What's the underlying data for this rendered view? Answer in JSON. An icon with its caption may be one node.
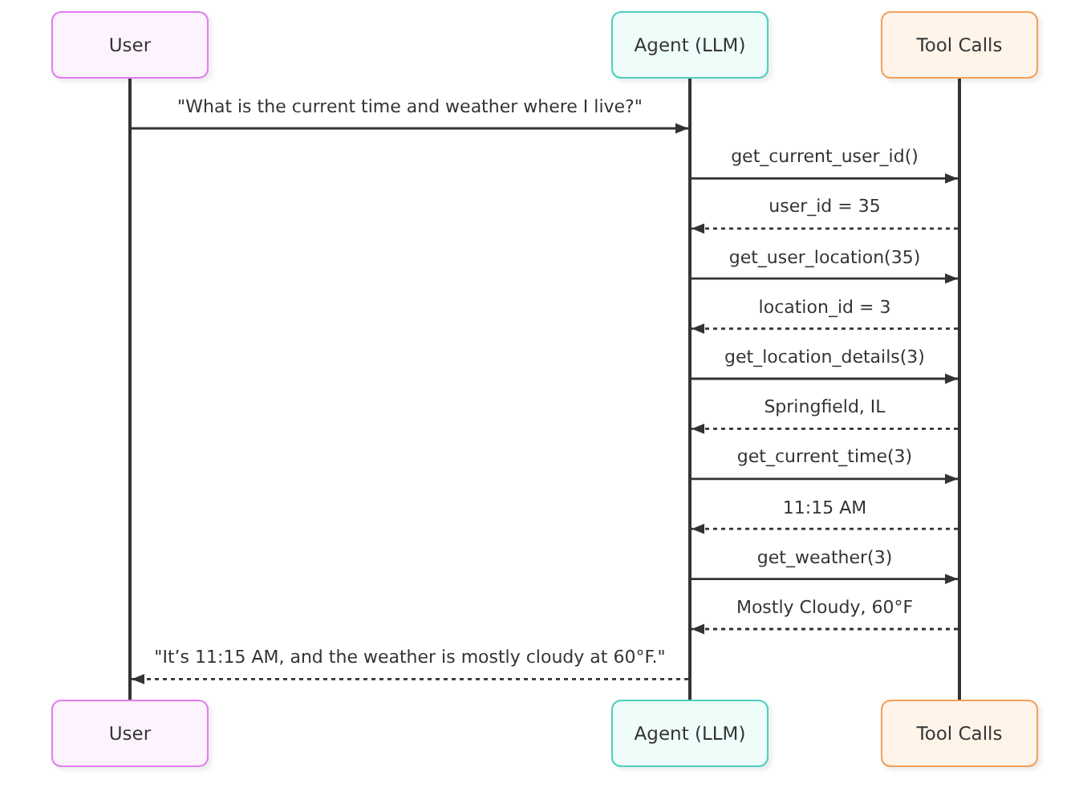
{
  "diagram": {
    "nodes": [
      {
        "text": [
          "User"
        ]
      },
      {
        "text": [
          "Agent (LLM)"
        ]
      },
      {
        "text": [
          "Tool Calls"
        ]
      },
      {
        "text": [
          "User"
        ]
      },
      {
        "text": [
          "Agent (LLM)"
        ]
      },
      {
        "text": [
          "Tool Calls"
        ]
      },
      {
        "text": [],
        "shape": "bar"
      },
      {
        "text": [],
        "shape": "bar"
      },
      {
        "text": [],
        "shape": "bar"
      }
    ],
    "edges": [
      {
        "from": 6,
        "to": 7,
        "arrow": "to",
        "label": "\"What is the current time and weather where I live?\""
      },
      {
        "from": 7,
        "to": 8,
        "arrow": "to",
        "label": "get_current_user_id()"
      },
      {
        "from": 8,
        "to": 7,
        "arrow": "to",
        "label": "user_id = 35",
        "style": "dashed"
      },
      {
        "from": 7,
        "to": 8,
        "arrow": "to",
        "label": "get_user_location(35)"
      },
      {
        "from": 8,
        "to": 7,
        "arrow": "to",
        "label": "location_id = 3",
        "style": "dashed"
      },
      {
        "from": 7,
        "to": 8,
        "arrow": "to",
        "label": "get_location_details(3)"
      },
      {
        "from": 8,
        "to": 7,
        "arrow": "to",
        "label": "Springfield, IL",
        "style": "dashed"
      },
      {
        "from": 7,
        "to": 8,
        "arrow": "to",
        "label": "get_current_time(3)"
      },
      {
        "from": 8,
        "to": 7,
        "arrow": "to",
        "label": "11:15 AM",
        "style": "dashed"
      },
      {
        "from": 7,
        "to": 8,
        "arrow": "to",
        "label": "get_weather(3)"
      },
      {
        "from": 8,
        "to": 7,
        "arrow": "to",
        "label": "Mostly Cloudy, 60°F",
        "style": "dashed"
      },
      {
        "from": 7,
        "to": 6,
        "arrow": "to",
        "label": "\"It’s 11:15 AM, and the weather is mostly cloudy at 60°F.\"",
        "style": "dashed"
      }
    ]
  }
}
